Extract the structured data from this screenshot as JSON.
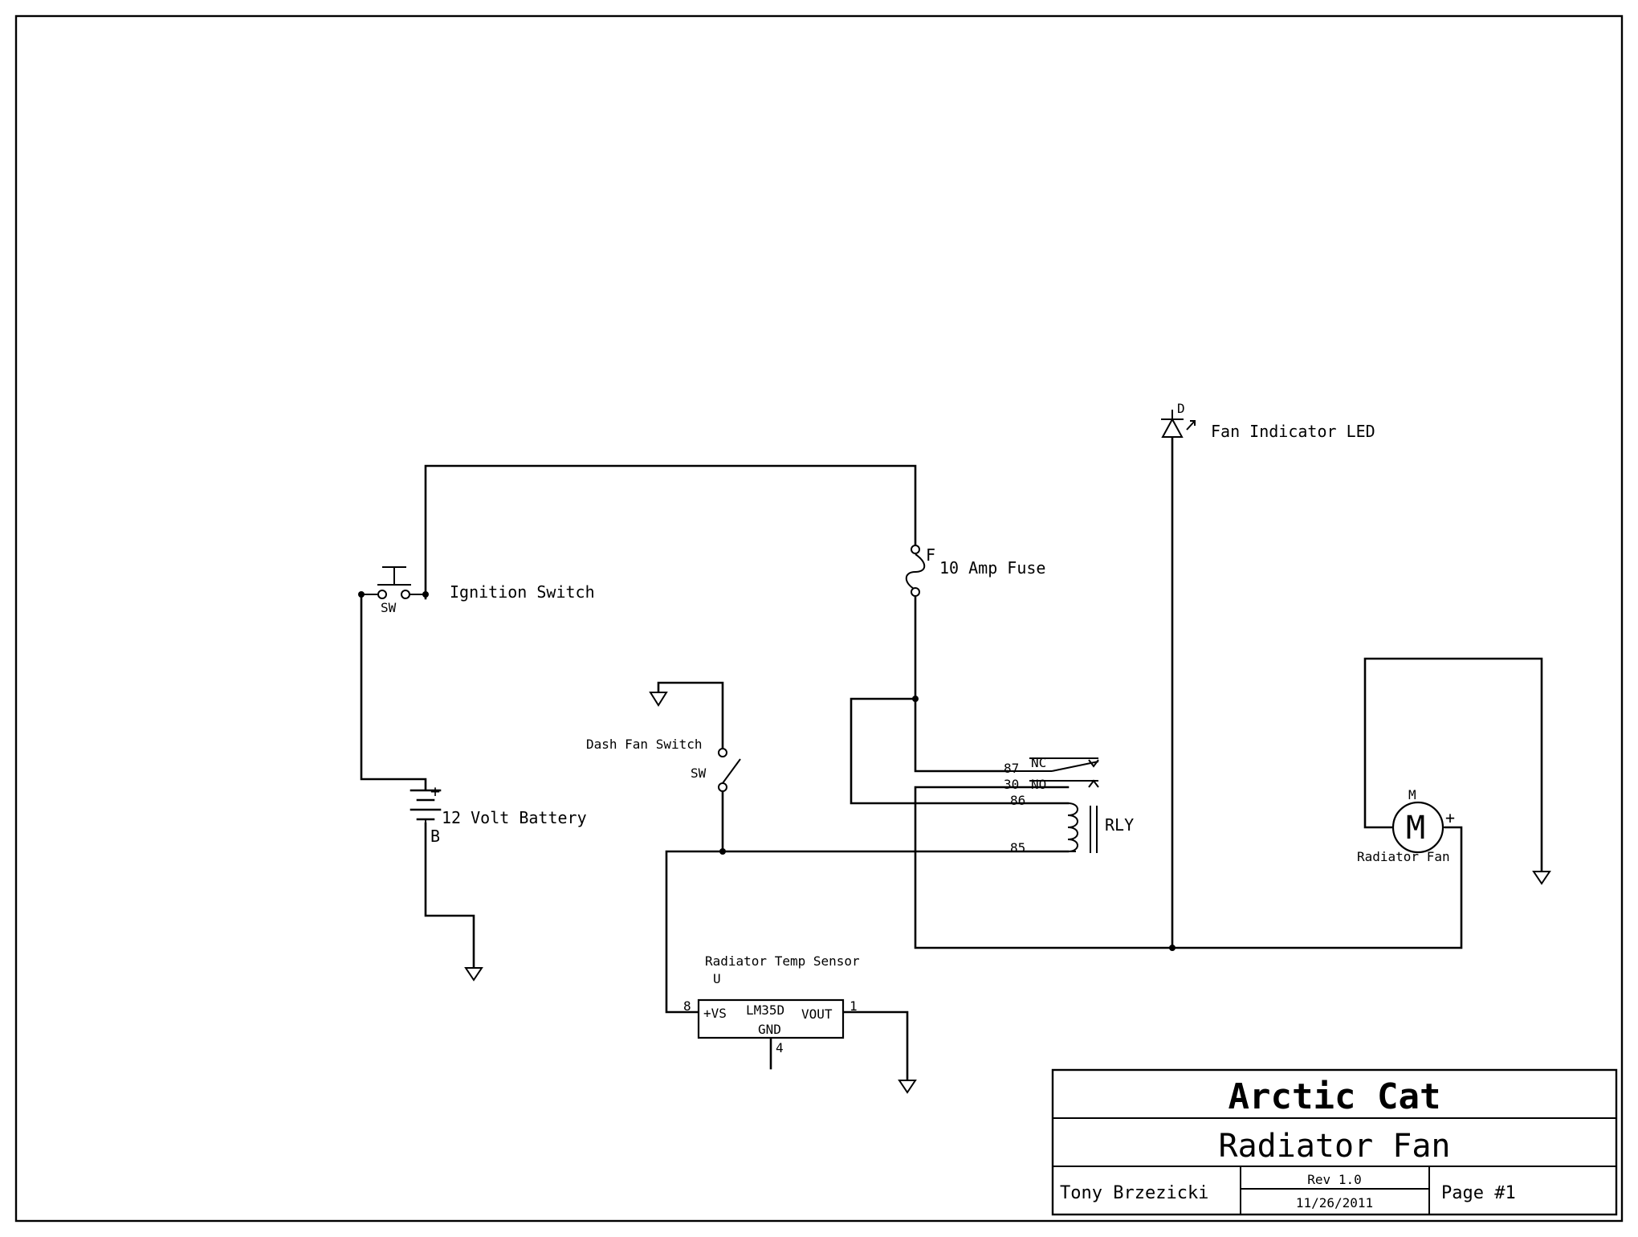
{
  "title_block": {
    "company": "Arctic Cat",
    "project": "Radiator Fan",
    "author": "Tony Brzezicki",
    "revision": "Rev 1.0",
    "date": "11/26/2011",
    "page": "Page #1"
  },
  "components": {
    "ignition_switch": {
      "ref": "SW",
      "label": "Ignition Switch"
    },
    "fuse": {
      "ref": "F",
      "label": "10 Amp Fuse"
    },
    "battery": {
      "ref": "B",
      "label": "12 Volt Battery",
      "plus": "+"
    },
    "dash_switch": {
      "ref": "SW",
      "label": "Dash Fan Switch"
    },
    "relay": {
      "ref": "RLY",
      "pin87": "87",
      "pin30": "30",
      "pin86": "86",
      "pin85": "85",
      "nc": "NC",
      "no": "NO"
    },
    "led": {
      "ref": "D",
      "label": "Fan Indicator LED"
    },
    "motor": {
      "ref": "M",
      "label": "Radiator Fan",
      "symbol": "M",
      "plus": "+"
    },
    "sensor": {
      "ref": "U",
      "label": "Radiator Temp Sensor",
      "part": "LM35D",
      "vs": "+VS",
      "vout": "VOUT",
      "gnd": "GND",
      "pin_vs": "8",
      "pin_vout": "1",
      "pin_gnd": "4"
    }
  },
  "colors": {
    "ink": "#000000",
    "paper": "#ffffff"
  }
}
